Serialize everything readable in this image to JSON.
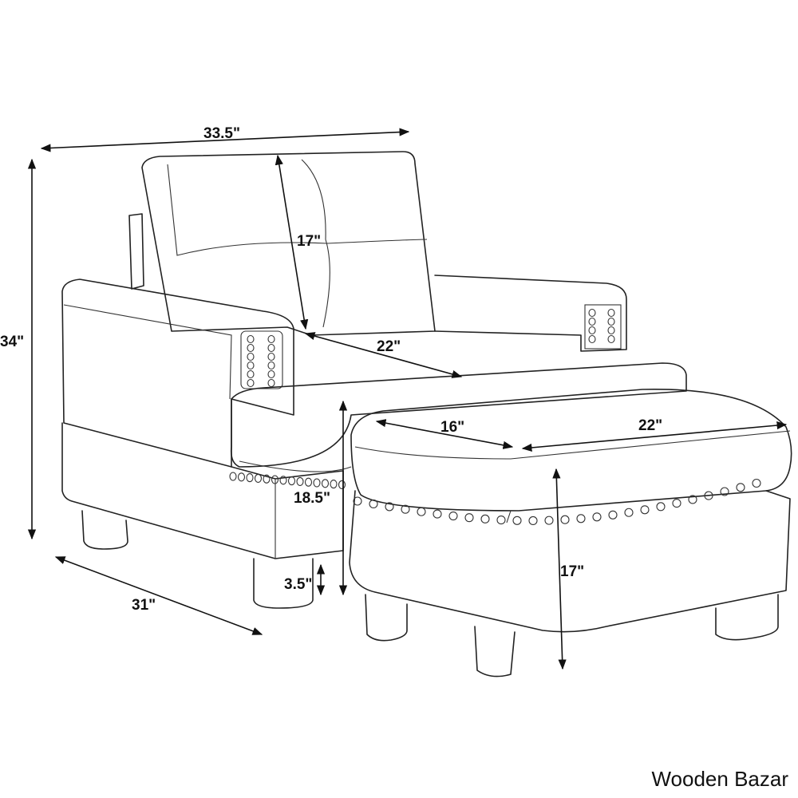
{
  "dimensions": {
    "chair_width": "33.5\"",
    "chair_height": "34\"",
    "chair_depth": "31\"",
    "back_height": "17\"",
    "seat_depth": "22\"",
    "seat_height": "18.5\"",
    "leg_height": "3.5\"",
    "ottoman_depth": "16\"",
    "ottoman_width": "22\"",
    "ottoman_height": "17\""
  },
  "brand": "Wooden Bazar"
}
